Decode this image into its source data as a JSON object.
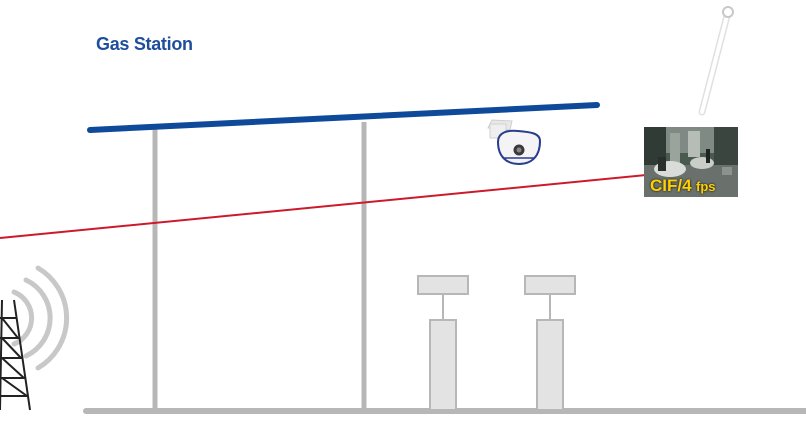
{
  "title": "Gas Station",
  "camera_label": {
    "resolution": "CIF/4",
    "unit": "fps"
  },
  "colors": {
    "title": "#1f4e9c",
    "roof": "#0f4a9a",
    "cable": "#cc1a2a",
    "structure": "#b7b7b7",
    "label": "#ffd000"
  },
  "icons": [
    "camera-icon",
    "antenna-icon",
    "wireless-signal-icon",
    "transmission-tower-icon",
    "fuel-pump-icon"
  ]
}
